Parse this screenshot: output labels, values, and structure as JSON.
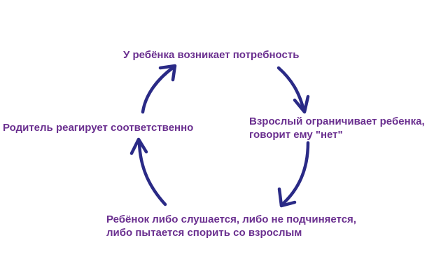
{
  "diagram": {
    "type": "cycle",
    "steps": [
      {
        "id": "need",
        "lines": [
          "У ребёнка возникает потребность"
        ]
      },
      {
        "id": "adult-limits",
        "lines": [
          "Взрослый ограничивает ребенка,",
          "говорит ему \"нет\""
        ]
      },
      {
        "id": "child-reacts",
        "lines": [
          "Ребёнок либо слушается, либо не подчиняется,",
          "либо пытается спорить со взрослым"
        ]
      },
      {
        "id": "parent-responds",
        "lines": [
          "Родитель реагирует соответственно"
        ]
      }
    ],
    "colors": {
      "text": "#6a2f8f",
      "arrow": "#2a2a86",
      "background": "#ffffff"
    }
  }
}
